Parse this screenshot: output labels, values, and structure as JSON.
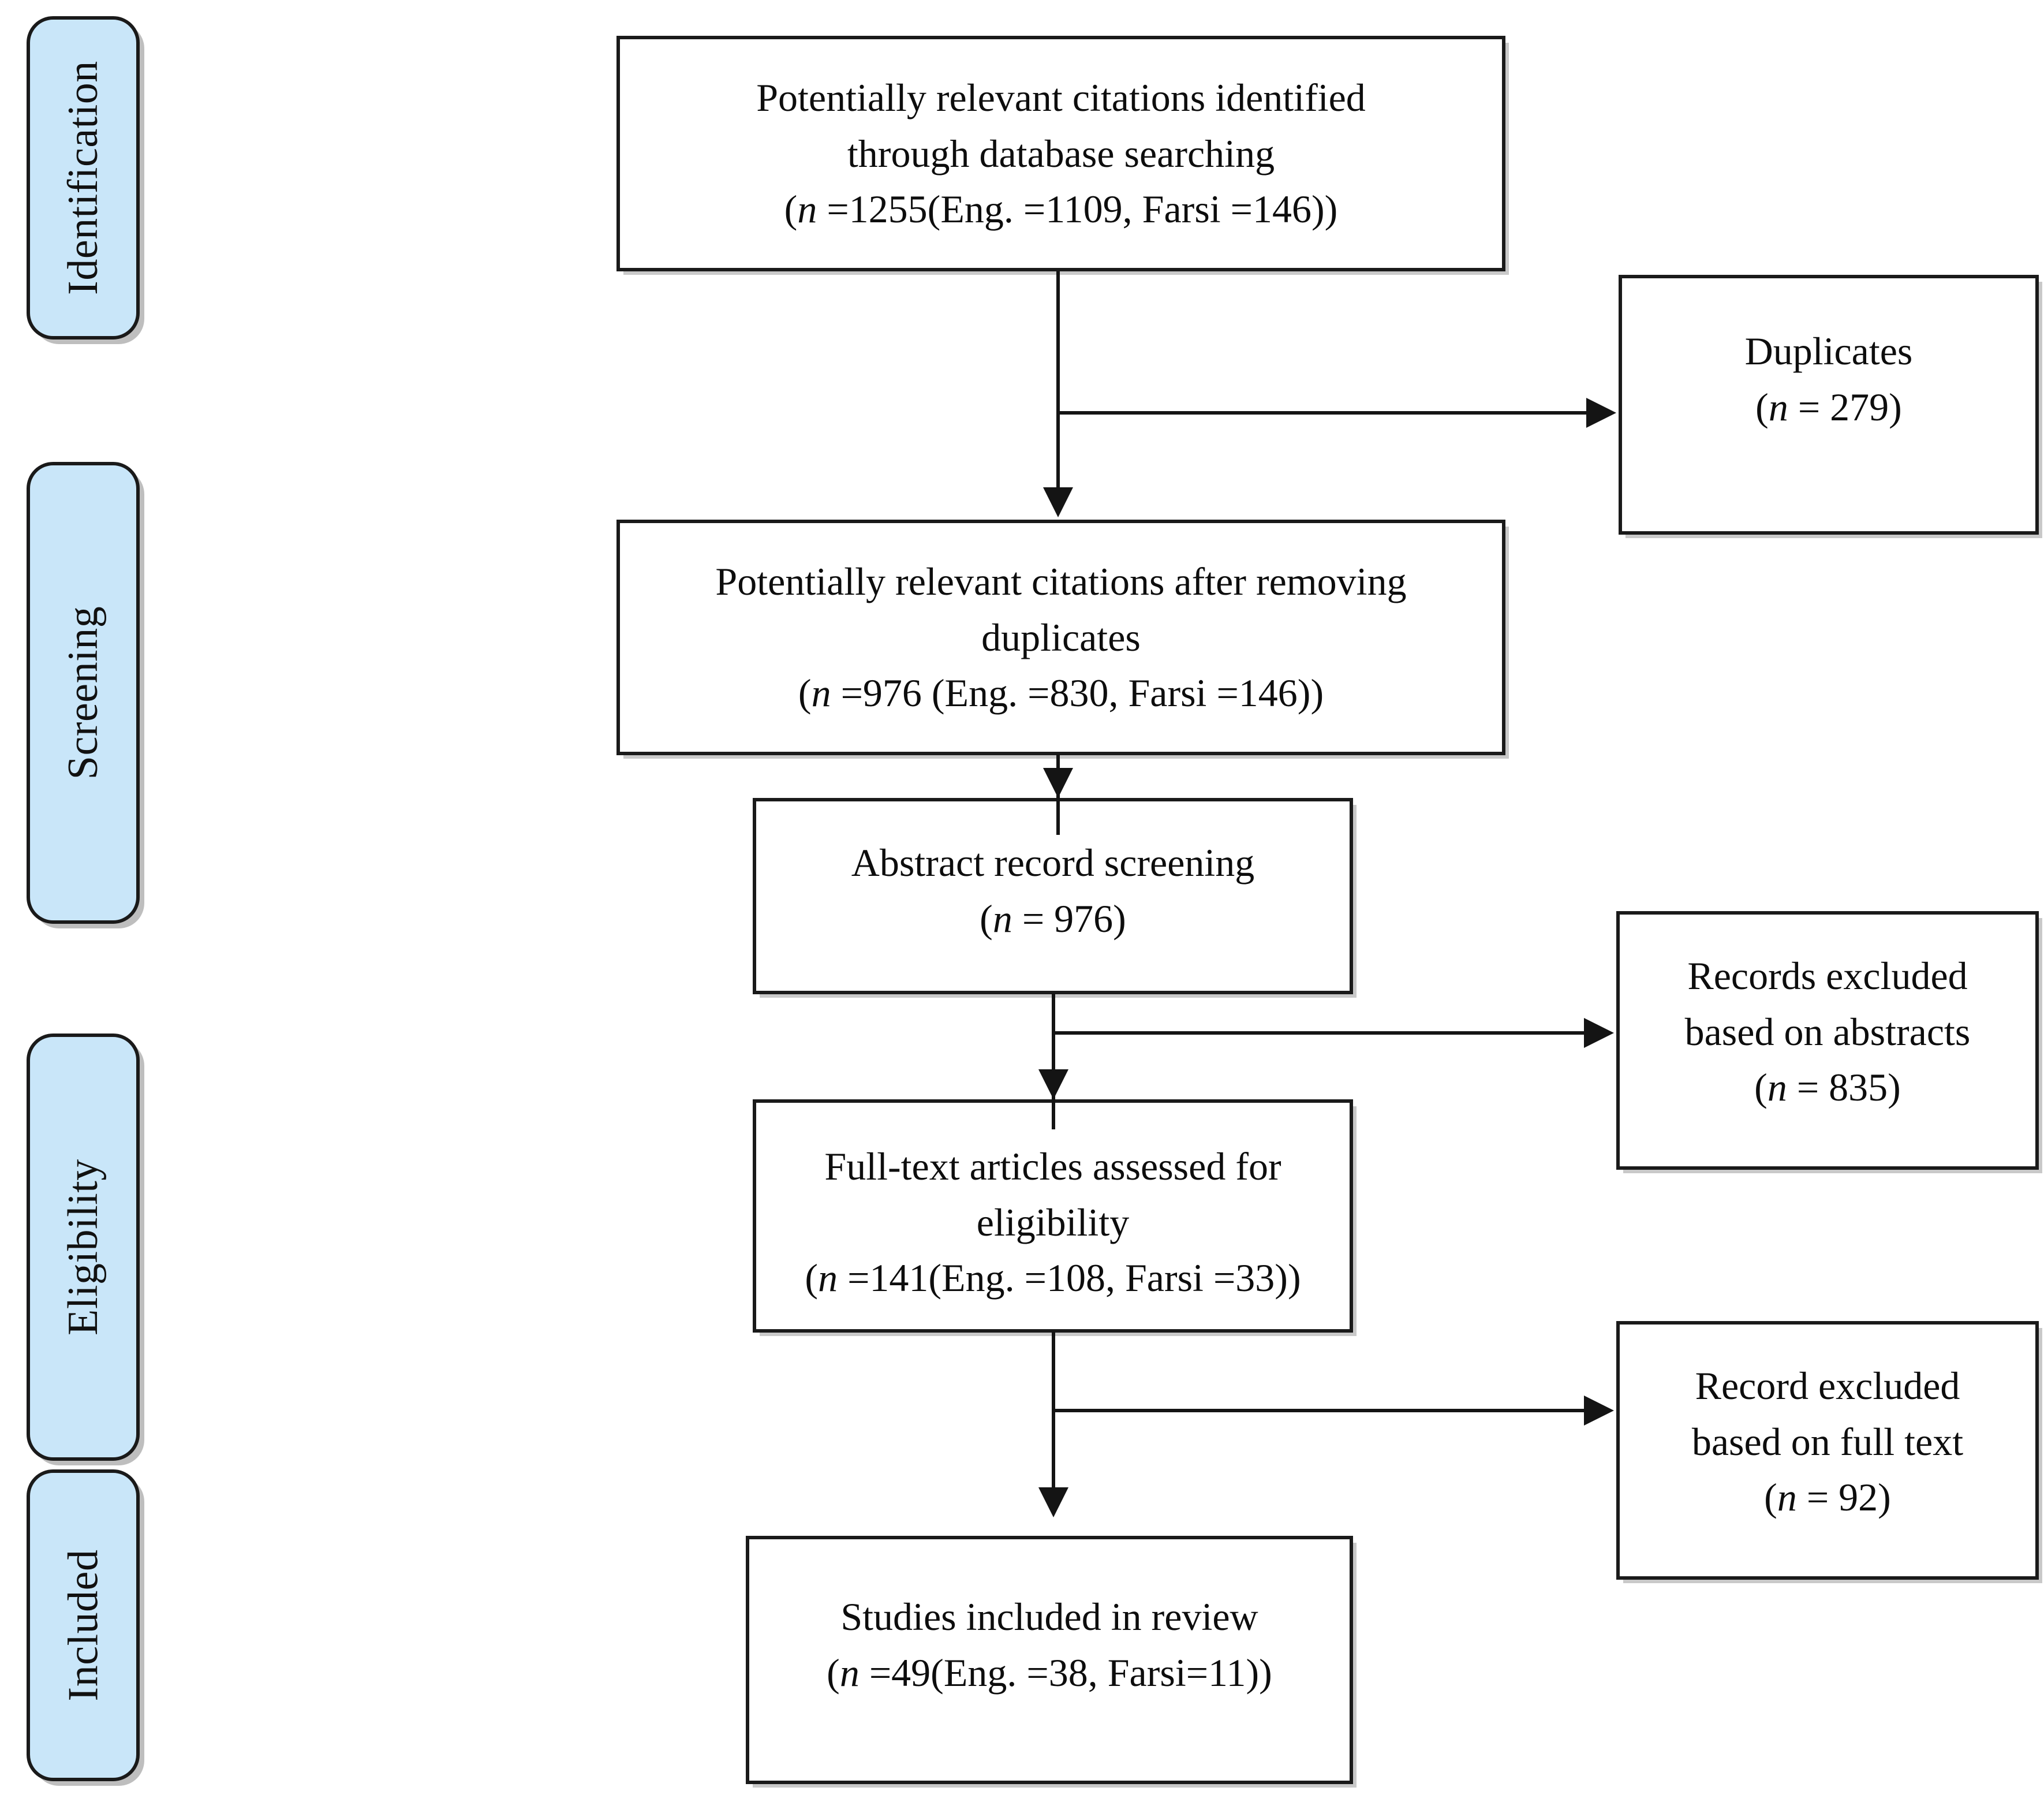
{
  "diagram": {
    "type": "prisma-flow-diagram",
    "title": "PRISMA study selection flow diagram",
    "colors": {
      "stage_fill": "#c9e6f9",
      "stage_border": "#1a1a1a",
      "box_fill": "#ffffff",
      "box_border": "#1a1a1a",
      "connector": "#141414",
      "text": "#0d0d0d",
      "background": "#ffffff"
    }
  },
  "stages": [
    {
      "id": "identification",
      "label": "Identification"
    },
    {
      "id": "screening",
      "label": "Screening"
    },
    {
      "id": "eligibility",
      "label": "Eligibility"
    },
    {
      "id": "included",
      "label": "Included"
    }
  ],
  "boxes": {
    "identified": {
      "id": "records-identified",
      "stage": "identification",
      "line1": "Potentially relevant citations identified",
      "line2": "through database searching",
      "count_prefix": "(",
      "count_n": "n",
      "count_value": " =1255(Eng. =1109, Farsi =146))",
      "n_total": 1255,
      "n_english": 1109,
      "n_farsi": 146
    },
    "duplicates": {
      "id": "duplicates-removed",
      "stage": "identification",
      "line1": "Duplicates",
      "count_n": "n",
      "count_value": " = 279)",
      "count_prefix": "(",
      "n_total": 279
    },
    "after_duplicates": {
      "id": "records-after-duplicates",
      "stage": "screening",
      "line1": "Potentially relevant citations after removing",
      "line2": "duplicates",
      "count_prefix": "(",
      "count_n": "n",
      "count_value": " =976 (Eng. =830, Farsi =146))",
      "n_total": 976,
      "n_english": 830,
      "n_farsi": 146
    },
    "abstract_screening": {
      "id": "abstract-record-screening",
      "stage": "screening",
      "line1": "Abstract record screening",
      "count_prefix": "(",
      "count_n": "n",
      "count_value": " = 976)",
      "n_total": 976
    },
    "excluded_abstracts": {
      "id": "records-excluded-abstracts",
      "stage": "screening",
      "line1": "Records excluded",
      "line2": "based on abstracts",
      "count_prefix": "(",
      "count_n": "n",
      "count_value": " = 835)",
      "n_total": 835
    },
    "fulltext_assessed": {
      "id": "fulltext-assessed-eligibility",
      "stage": "eligibility",
      "line1": "Full-text articles assessed for",
      "line2": "eligibility",
      "count_prefix": "(",
      "count_n": "n",
      "count_value": " =141(Eng. =108, Farsi =33))",
      "n_total": 141,
      "n_english": 108,
      "n_farsi": 33
    },
    "excluded_fulltext": {
      "id": "records-excluded-fulltext",
      "stage": "eligibility",
      "line1": "Record excluded",
      "line2": "based on full text",
      "count_prefix": "(",
      "count_n": "n",
      "count_value": " = 92)",
      "n_total": 92
    },
    "included_studies": {
      "id": "studies-included-review",
      "stage": "included",
      "line1": "Studies included in review",
      "count_prefix": "(",
      "count_n": "n",
      "count_value": " =49(Eng. =38, Farsi=11))",
      "n_total": 49,
      "n_english": 38,
      "n_farsi": 11
    }
  }
}
